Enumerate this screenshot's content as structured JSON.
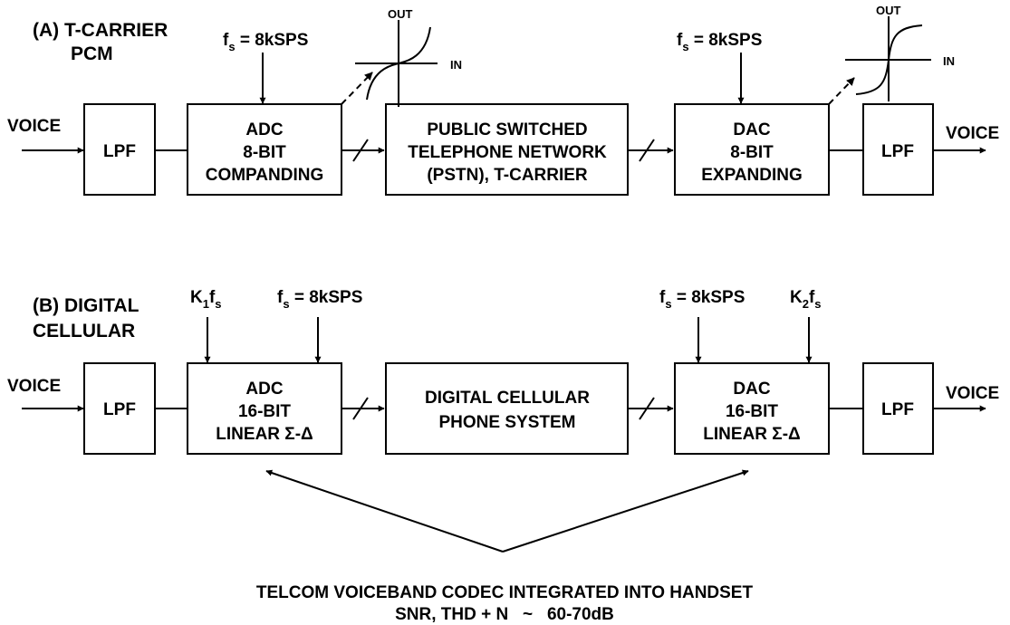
{
  "part_a": {
    "title_line1": "(A) T-CARRIER",
    "title_line2": "PCM",
    "sample_rate_left_base": "f",
    "sample_rate_left_sub": "s",
    "sample_rate_left_rest": " = 8kSPS",
    "sample_rate_right_base": "f",
    "sample_rate_right_sub": "s",
    "sample_rate_right_rest": " = 8kSPS",
    "input_label": "VOICE",
    "output_label": "VOICE",
    "lpf_in": "LPF",
    "adc": [
      "ADC",
      "8-BIT",
      "COMPANDING"
    ],
    "network": [
      "PUBLIC SWITCHED",
      "TELEPHONE NETWORK",
      "(PSTN), T-CARRIER"
    ],
    "dac": [
      "DAC",
      "8-BIT",
      "EXPANDING"
    ],
    "lpf_out": "LPF",
    "curve1_out": "OUT",
    "curve1_in": "IN",
    "curve2_out": "OUT",
    "curve2_in": "IN"
  },
  "part_b": {
    "title_line1": "(B) DIGITAL",
    "title_line2": "CELLULAR",
    "k1_base": "K",
    "k1_sub1": "1",
    "k1_mid": "f",
    "k1_sub2": "s",
    "fs_left_base": "f",
    "fs_left_sub": "s",
    "fs_left_rest": " = 8kSPS",
    "fs_right_base": "f",
    "fs_right_sub": "s",
    "fs_right_rest": " = 8kSPS",
    "k2_base": "K",
    "k2_sub1": "2",
    "k2_mid": "f",
    "k2_sub2": "s",
    "input_label": "VOICE",
    "output_label": "VOICE",
    "lpf_in": "LPF",
    "adc": [
      "ADC",
      "16-BIT",
      "LINEAR Σ-Δ"
    ],
    "system": [
      "DIGITAL CELLULAR",
      "PHONE SYSTEM"
    ],
    "dac": [
      "DAC",
      "16-BIT",
      "LINEAR Σ-Δ"
    ],
    "lpf_out": "LPF"
  },
  "caption": {
    "line1": "TELCOM VOICEBAND CODEC INTEGRATED INTO HANDSET",
    "line2": "SNR, THD + N   ~   60-70dB"
  }
}
